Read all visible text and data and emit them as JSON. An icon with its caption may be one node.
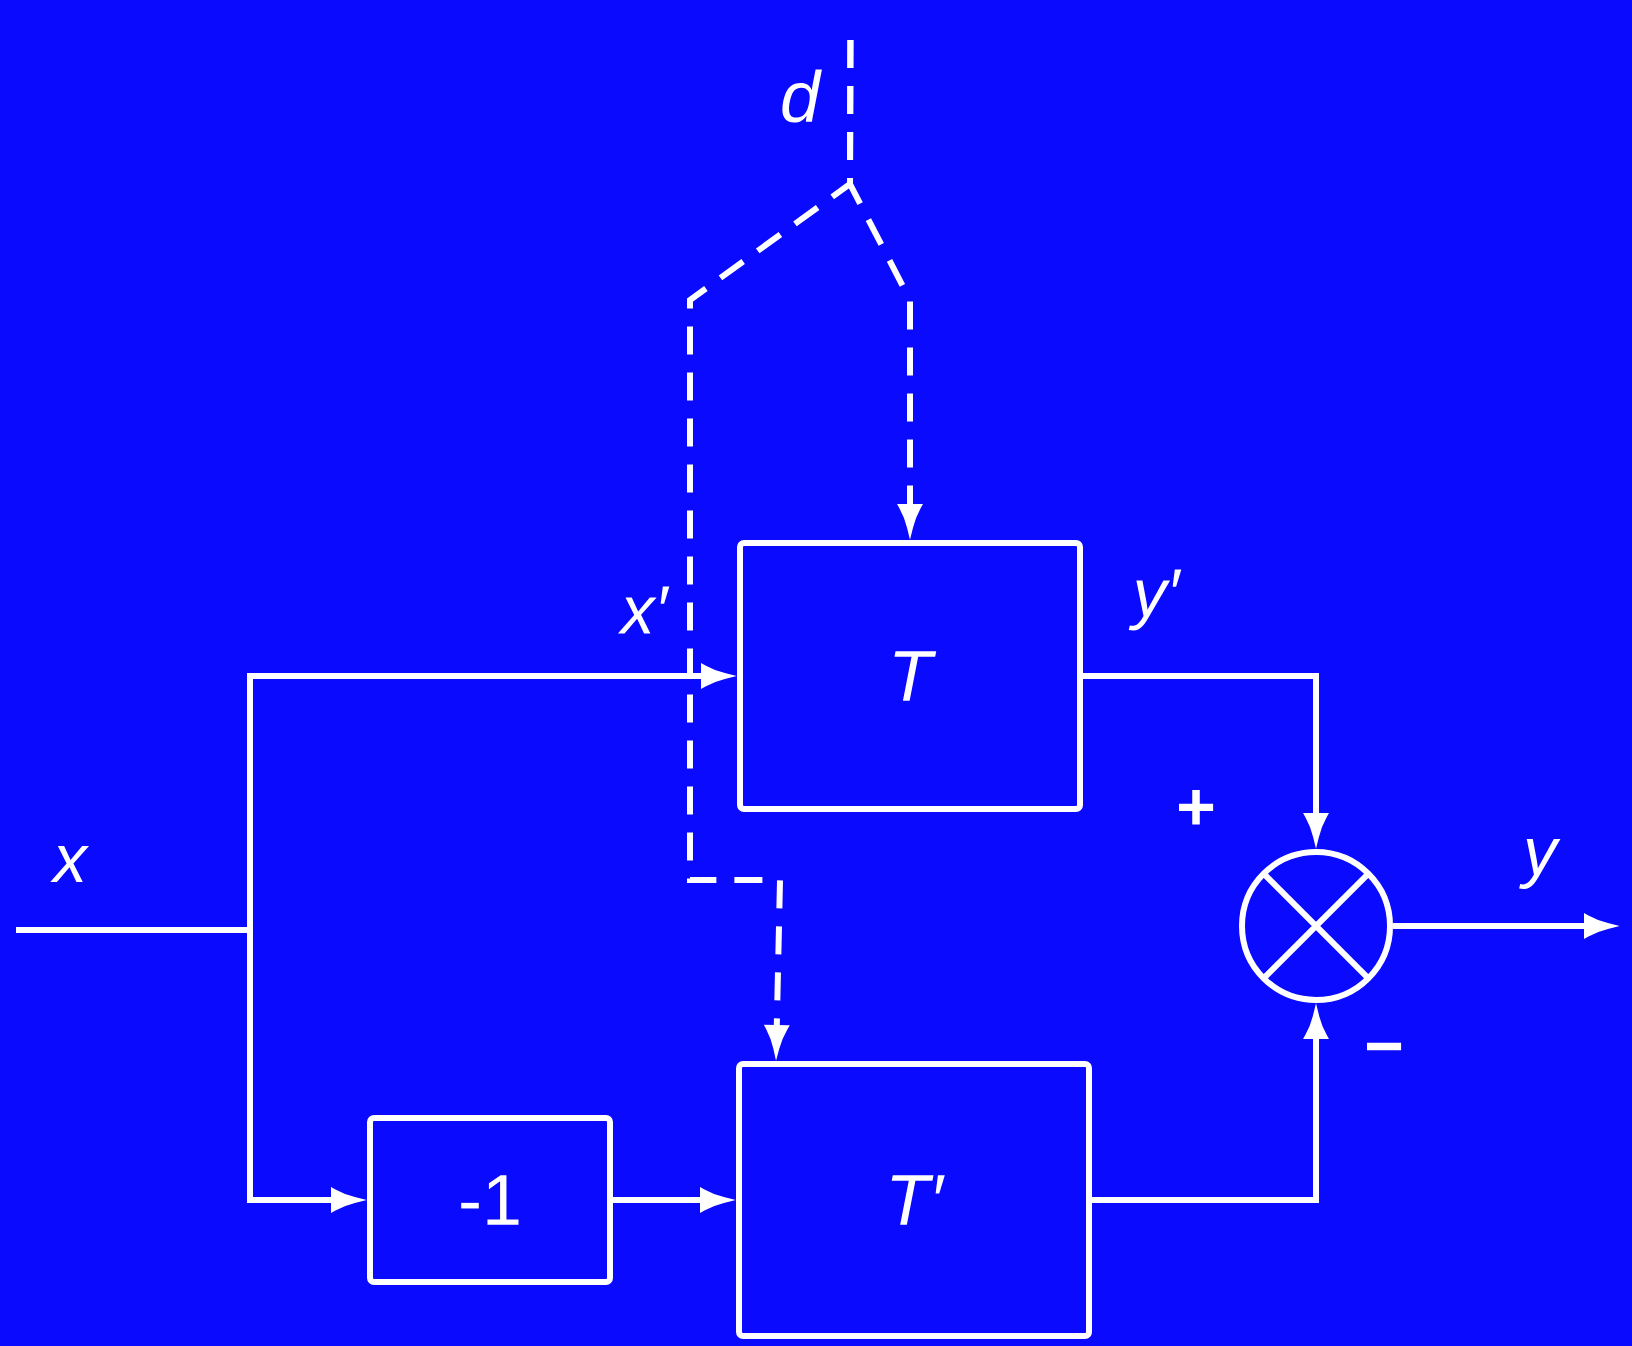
{
  "diagram": {
    "nodes": [
      {
        "text": [
          "T"
        ]
      },
      {
        "text": [
          "T′"
        ]
      },
      {
        "text": [
          "-1"
        ]
      },
      {
        "text": [],
        "shape": "circle"
      },
      {
        "text": [
          "d"
        ]
      }
    ],
    "edges": [
      {
        "from": null,
        "to": 0,
        "arrow": "to"
      },
      {
        "from": null,
        "to": 2,
        "arrow": "to"
      },
      {
        "from": 2,
        "to": 1,
        "arrow": "to"
      },
      {
        "from": 0,
        "to": 3,
        "arrow": "to"
      },
      {
        "from": 1,
        "to": 3,
        "arrow": "to"
      },
      {
        "from": 3,
        "to": null,
        "arrow": "to"
      },
      {
        "from": 4,
        "to": 0,
        "arrow": "to",
        "style": "dashed"
      },
      {
        "from": 4,
        "to": 1,
        "arrow": "to",
        "style": "dashed"
      }
    ],
    "labels": [
      "x′",
      "y′",
      "+",
      "x",
      "y",
      "−"
    ]
  }
}
